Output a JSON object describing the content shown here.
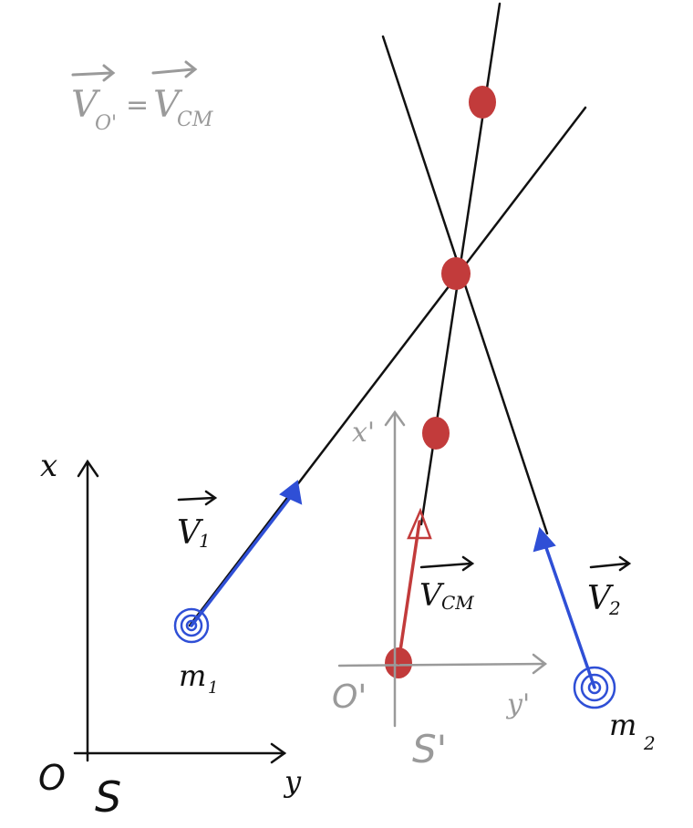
{
  "colors": {
    "ink": "#111111",
    "gray": "#9a9a9a",
    "blue": "#2f4fd6",
    "red": "#c23b3b"
  },
  "equation": {
    "lhs_letter": "V",
    "lhs_sub": "O'",
    "equals": "=",
    "rhs_letter": "V",
    "rhs_sub": "CM"
  },
  "frame_s": {
    "origin_label": "O",
    "x_axis_label": "x",
    "y_axis_label": "y",
    "name": "S"
  },
  "frame_s_prime": {
    "origin_label": "O'",
    "x_axis_label": "x'",
    "y_axis_label": "y'",
    "name": "S'"
  },
  "particles": {
    "m1": {
      "label": "m",
      "sub": "1",
      "velocity_letter": "V",
      "velocity_sub": "1"
    },
    "m2": {
      "label": "m",
      "sub": "2",
      "velocity_letter": "V",
      "velocity_sub": "2"
    }
  },
  "center_of_mass": {
    "velocity_letter": "V",
    "velocity_sub": "CM"
  }
}
